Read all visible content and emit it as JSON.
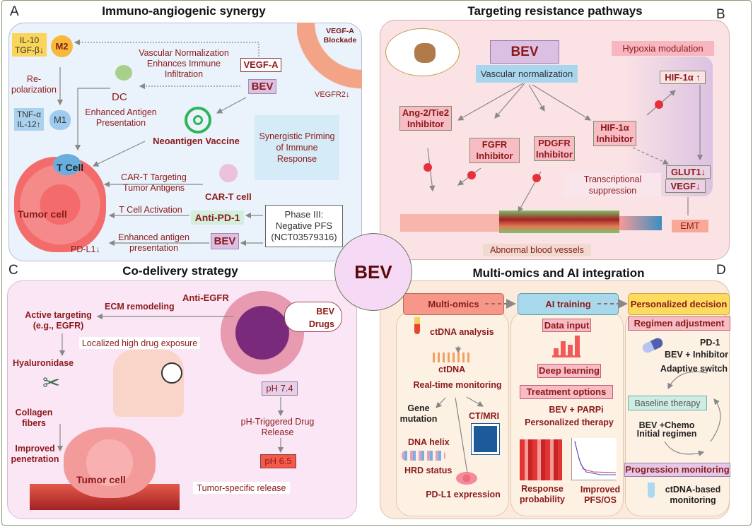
{
  "center": {
    "label": "BEV"
  },
  "panel_a": {
    "letter": "A",
    "title": "Immuno-angiogenic synergy",
    "il10": "IL-10",
    "tgfb": "TGF-β↓",
    "m2": "M2",
    "vascular": [
      "Vascular Normalization",
      "Enhances Immune",
      "Infiltration"
    ],
    "vegfa": "VEGF-A",
    "bev": "BEV",
    "blockade": [
      "VEGF-A",
      "Blockade"
    ],
    "vegfr2": "VEGFR2↓",
    "repol": [
      "Re-",
      "polarization"
    ],
    "dc": "DC",
    "tnfa": "TNF-α",
    "il12": "IL-12↑",
    "m1": "M1",
    "eap": [
      "Enhanced Antigen",
      "Presentation"
    ],
    "neo": "Neoantigen Vaccine",
    "synergy": [
      "Synergistic Priming",
      "of Immune",
      "Response"
    ],
    "tcell": "T Cell",
    "cart_target": [
      "CAR-T Targeting",
      "Tumor Antigens"
    ],
    "cart": "CAR-T cell",
    "tumor": "Tumor cell",
    "tact": "T Cell Activation",
    "antipd1": "Anti-PD-1",
    "phase": [
      "Phase III:",
      "Negative PFS",
      "(NCT03579316)"
    ],
    "eap2": [
      "Enhanced antigen",
      "presentation"
    ],
    "bev2": "BEV",
    "pdl1": "PD-L1↓"
  },
  "panel_b": {
    "letter": "B",
    "title": "Targeting resistance pathways",
    "bev": "BEV",
    "vn": "Vascular normalization",
    "hypoxia": "Hypoxia modulation",
    "hif_up": "HIF-1α ↑",
    "ang": [
      "Ang-2/Tie2",
      "Inhibitor"
    ],
    "fgfr": [
      "FGFR",
      "Inhibitor"
    ],
    "pdgfr": [
      "PDGFR",
      "Inhibitor"
    ],
    "hif_inh": [
      "HIF-1α",
      "Inhibitor"
    ],
    "trans": [
      "Transcriptional",
      "suppression"
    ],
    "glut": "GLUT1↓",
    "vegf": "VEGF↓",
    "emt": "EMT",
    "abnormal": "Abnormal blood vessels"
  },
  "panel_c": {
    "letter": "C",
    "title": "Co-delivery strategy",
    "anti_egfr": "Anti-EGFR",
    "ecm": "ECM remodeling",
    "active": [
      "Active targeting",
      "(e.g., EGFR)"
    ],
    "bev": "BEV",
    "drugs": "Drugs",
    "localized": "Localized high drug exposure",
    "hyal": "Hyaluronidase",
    "collagen": [
      "Collagen",
      "fibers"
    ],
    "ph74": "pH 7.4",
    "phtrig": [
      "pH-Triggered Drug",
      "Release"
    ],
    "ph65": "pH 6.5",
    "improved": [
      "Improved",
      "penetration"
    ],
    "tumor": "Tumor cell",
    "release": "Tumor-specific release"
  },
  "panel_d": {
    "letter": "D",
    "title": "Multi-omics and AI integration",
    "h1": "Multi-omics",
    "h2": "AI training",
    "h3": "Personalized decision",
    "ctdna_an": "ctDNA analysis",
    "ctdna": "ctDNA",
    "rtm": "Real-time monitoring",
    "gene": [
      "Gene",
      "mutation"
    ],
    "ctmri": "CT/MRI",
    "helix": "DNA helix",
    "hrd": "HRD status",
    "pdl1": "PD-L1 expression",
    "data_input": "Data input",
    "deep": "Deep learning",
    "treat": "Treatment options",
    "parpi": "BEV + PARPi",
    "pers": "Personalized therapy",
    "resp": [
      "Response",
      "probability"
    ],
    "pfs": [
      "Improved",
      "PFS/OS"
    ],
    "regimen": "Regimen adjustment",
    "pd1": "PD-1",
    "bevinh": "BEV + Inhibitor",
    "adaptive": "Adaptive switch",
    "baseline": "Baseline therapy",
    "chemo": "BEV +Chemo",
    "initial": "Initial regimen",
    "prog": "Progression monitoring",
    "ctdna_mon": [
      "ctDNA-based",
      "monitoring"
    ]
  },
  "colors": {
    "text": "#8b1a1a",
    "panel_a": "#eaf2fb",
    "panel_b": "#fbe3e5",
    "panel_c": "#fbe6f6",
    "panel_d": "#fcebdd",
    "bev_box": "#dcc0e4"
  }
}
